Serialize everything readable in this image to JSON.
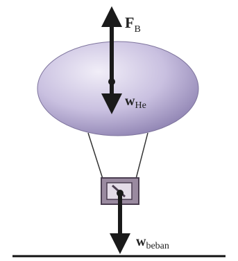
{
  "colors": {
    "balloon_light": "#f1eef8",
    "balloon_mid": "#c9c0e0",
    "balloon_dark": "#8c80b0",
    "basket": "#9a8aa0",
    "arrow": "#1a1a1a",
    "ground_line": "#111111"
  },
  "labels": {
    "buoyant_main": "F",
    "buoyant_sub": "B",
    "helium_weight_main": "w",
    "helium_weight_sub": "He",
    "load_weight_main": "w",
    "load_weight_sub": "beban"
  }
}
